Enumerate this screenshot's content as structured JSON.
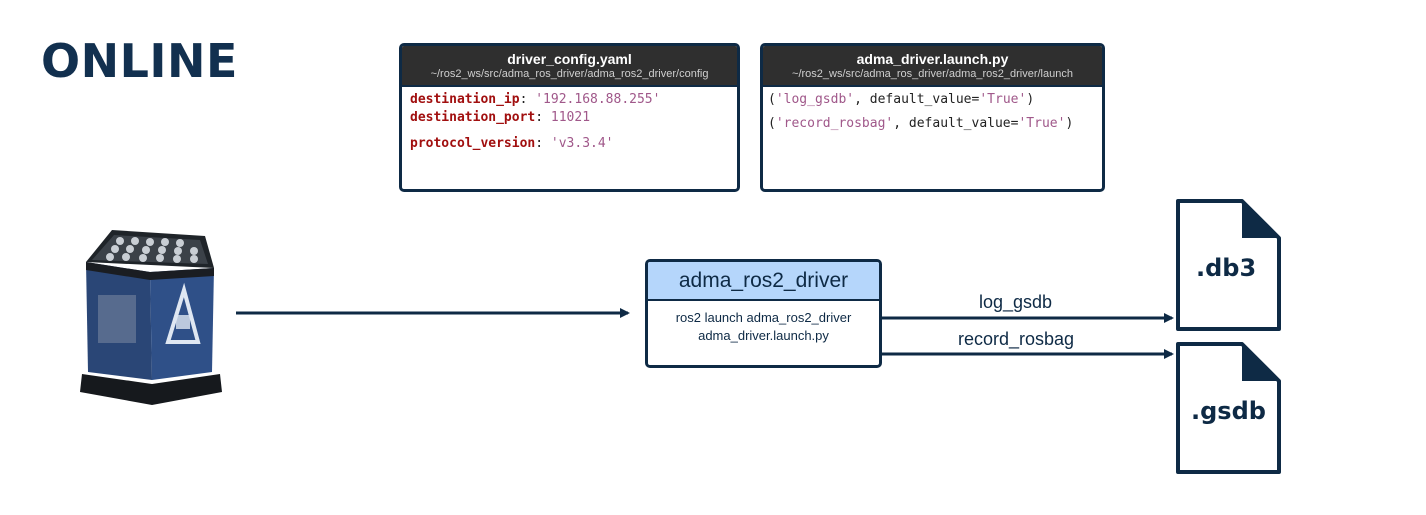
{
  "heading": "ONLINE",
  "config_panel": {
    "title": "driver_config.yaml",
    "path": "~/ros2_ws/src/adma_ros_driver/adma_ros2_driver/config",
    "lines": [
      {
        "key": "destination_ip",
        "value": "'192.168.88.255'"
      },
      {
        "key": "destination_port",
        "value": "11021"
      },
      {
        "key": "protocol_version",
        "value": "'v3.3.4'"
      }
    ]
  },
  "launch_panel": {
    "title": "adma_driver.launch.py",
    "path": "~/ros2_ws/src/adma_ros_driver/adma_ros2_driver/launch",
    "lines": [
      {
        "name": "'log_gsdb'",
        "arg": "default_value=",
        "value": "'True'"
      },
      {
        "name": "'record_rosbag'",
        "arg": "default_value=",
        "value": "'True'"
      }
    ]
  },
  "driver_node": {
    "title": "adma_ros2_driver",
    "command": "ros2 launch adma_ros2_driver",
    "launch_file": "adma_driver.launch.py"
  },
  "edges": {
    "log": "log_gsdb",
    "record": "record_rosbag"
  },
  "files": {
    "db3": ".db3",
    "gsdb": ".gsdb"
  },
  "colors": {
    "navy": "#0e2a45",
    "node_header": "#b5d6fb",
    "panel_header": "#2f2f2f",
    "yaml_key": "#a10f0f",
    "string_value": "#a0588a"
  }
}
